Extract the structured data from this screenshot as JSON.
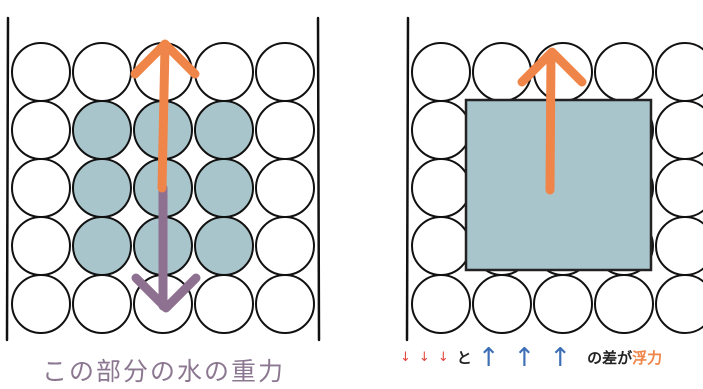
{
  "captions": {
    "left": "この部分の水の重力",
    "right_down_arrows": [
      "↓",
      "↓",
      "↓"
    ],
    "right_and": "と",
    "right_up_arrows": [
      "↑",
      "↑",
      "↑"
    ],
    "right_middle": "の差が",
    "right_highlight": "浮力"
  },
  "colors": {
    "highlight_fill": "#a9c5cc",
    "buoyancy_arrow": "#ef8549",
    "gravity_arrow": "#8e7090",
    "outline": "#111111"
  },
  "diagram": {
    "grid_rows": 5,
    "grid_cols": 5,
    "left_highlight_rows": [
      1,
      2,
      3
    ],
    "left_highlight_cols": [
      1,
      2,
      3
    ],
    "left_arrows": [
      "up-buoyancy-arrow",
      "down-gravity-arrow"
    ],
    "right_block": "submerged-block",
    "right_arrows": [
      "up-buoyancy-arrow"
    ]
  }
}
